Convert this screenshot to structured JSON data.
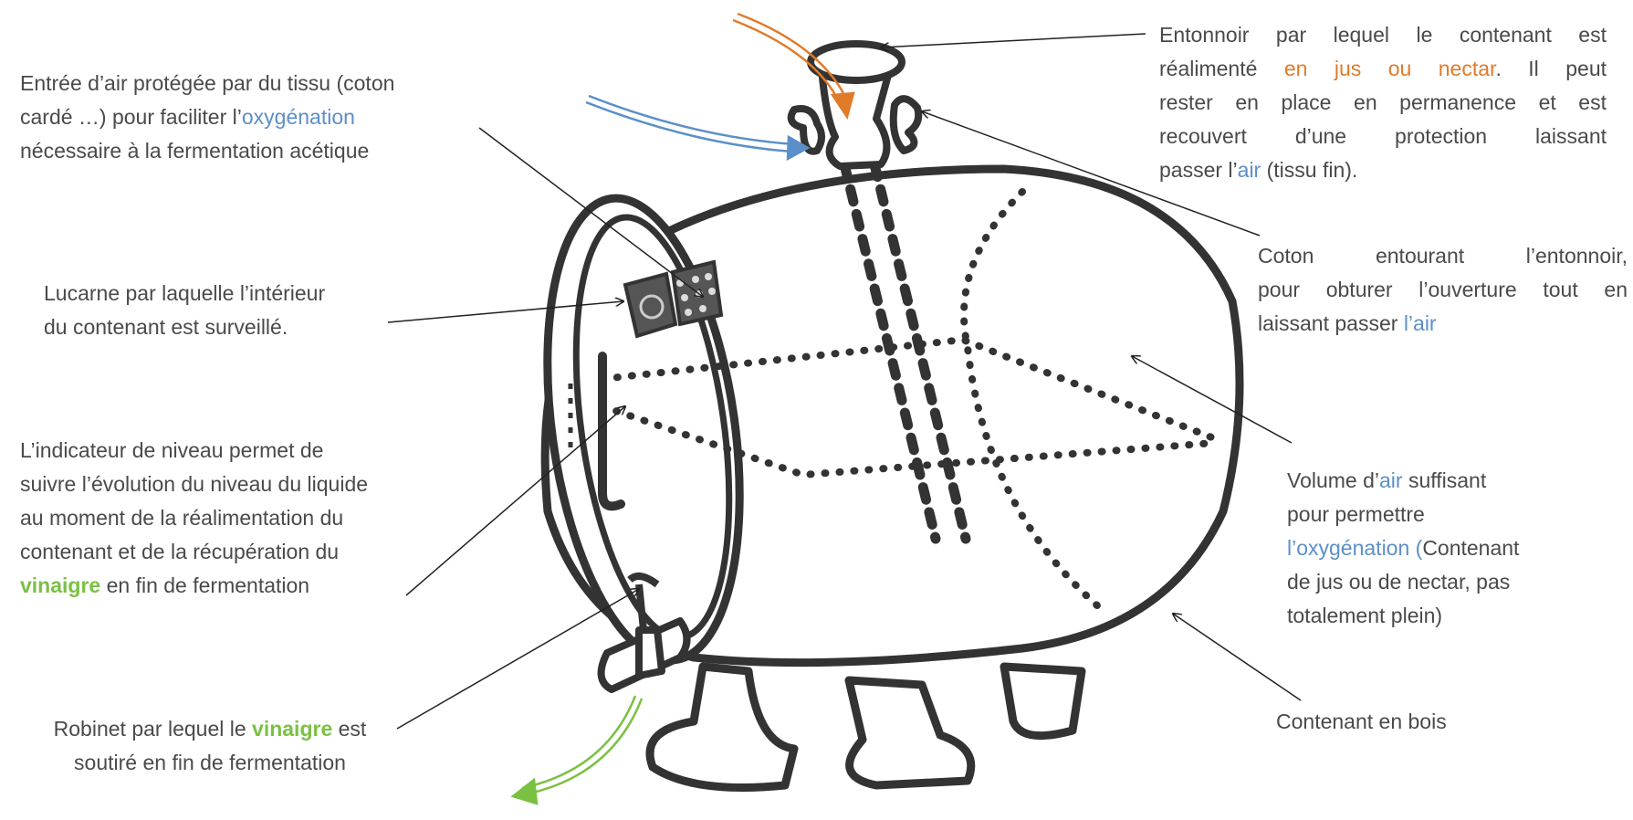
{
  "labels": {
    "entree_air": {
      "l1": "Entrée d’air protégée par du tissu (coton",
      "l2a": "cardé …) pour faciliter l’",
      "l2b": "oxygénation",
      "l3": "nécessaire à la fermentation acétique"
    },
    "lucarne": {
      "l1": "Lucarne par laquelle l’intérieur",
      "l2": "du contenant est surveillé."
    },
    "indicateur": {
      "l1": "L’indicateur de niveau permet de",
      "l2": "suivre l’évolution du niveau du liquide",
      "l3": "au moment de la réalimentation du",
      "l4": "contenant et de la récupération du",
      "l5a": "vinaigre",
      "l5b": " en fin de fermentation"
    },
    "robinet": {
      "l1a": "Robinet par lequel le ",
      "l1b": "vinaigre",
      "l1c": " est",
      "l2": "soutiré en fin de fermentation"
    },
    "entonnoir": {
      "l1": "Entonnoir par lequel le contenant est",
      "l2a": "réalimenté ",
      "l2b": "en jus ou nectar",
      "l2c": ". Il peut",
      "l3": "rester en place en permanence et est",
      "l4": "recouvert d’une protection laissant",
      "l5a": "passer l’",
      "l5b": "air",
      "l5c": " (tissu fin)."
    },
    "coton": {
      "l1": "Coton entourant l’entonnoir,",
      "l2": "pour obturer l’ouverture tout en",
      "l3a": "laissant passer ",
      "l3b": "l’air"
    },
    "volume": {
      "l1a": "Volume d’",
      "l1b": "air",
      "l1c": " suffisant",
      "l2": "pour permettre",
      "l3a": "l’oxygénation (",
      "l3b": "Contenant",
      "l4": "de jus ou de nectar, pas",
      "l5": "totalement plein)"
    },
    "contenant": {
      "l1": "Contenant en bois"
    }
  },
  "colors": {
    "air": "#5b8fc9",
    "juice": "#e07b2a",
    "vinegar": "#7ac143",
    "text": "#4a4a4a",
    "drawing": "#3a3a3a"
  }
}
